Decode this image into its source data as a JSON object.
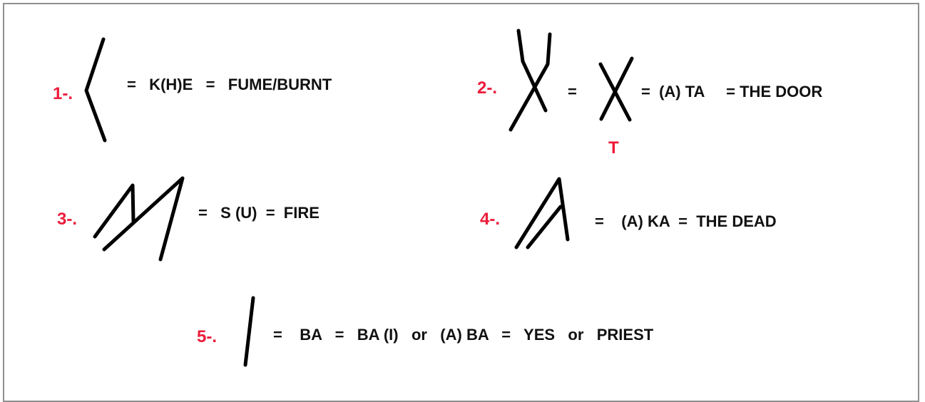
{
  "accent_color": "#ec1c3a",
  "text_color": "#111111",
  "entries": [
    {
      "number": "1-.",
      "equation": "=   K(H)E   =   FUME/BURNT",
      "glyph": "angle-bracket-sign-icon"
    },
    {
      "number": "2-.",
      "equation_a": "=",
      "equation_b": "=  (A) TA     = THE DOOR",
      "glyph": "crossed-forked-sign-icon",
      "simplified_glyph": "x-sign-icon",
      "letter": "T"
    },
    {
      "number": "3-.",
      "equation": "=   S (U)  =  FIRE",
      "glyph": "m-zigzag-sign-icon"
    },
    {
      "number": "4-.",
      "equation": "=    (A) KA  =  THE DEAD",
      "glyph": "double-stroke-sign-icon"
    },
    {
      "number": "5-.",
      "equation": "=    BA   =   BA (I)   or   (A) BA   =   YES   or   PRIEST",
      "glyph": "vertical-stroke-sign-icon"
    }
  ]
}
